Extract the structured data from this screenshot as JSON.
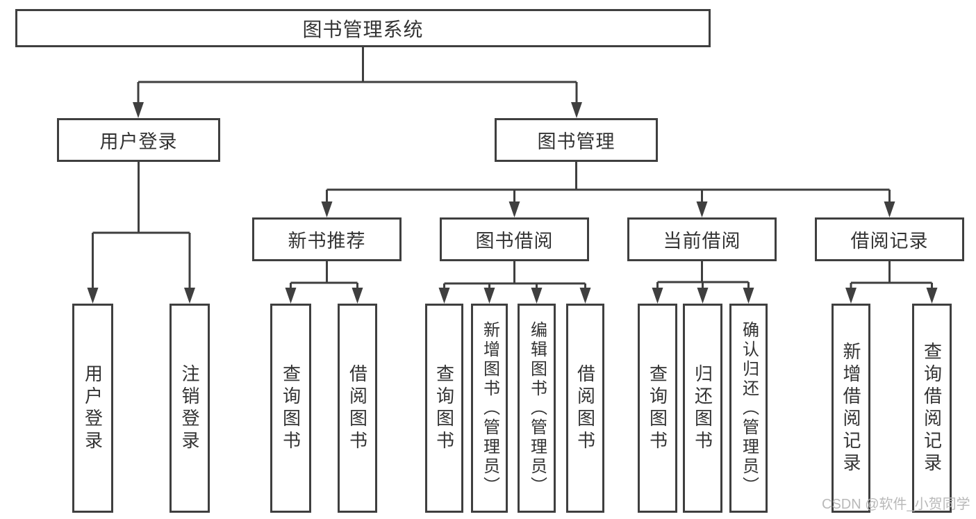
{
  "diagram": {
    "root": {
      "label": "图书管理系统",
      "children": [
        {
          "label": "用户登录",
          "children": [
            {
              "label": "用户登录"
            },
            {
              "label": "注销登录"
            }
          ]
        },
        {
          "label": "图书管理",
          "children": [
            {
              "label": "新书推荐",
              "children": [
                {
                  "label": "查询图书"
                },
                {
                  "label": "借阅图书"
                }
              ]
            },
            {
              "label": "图书借阅",
              "children": [
                {
                  "label": "查询图书"
                },
                {
                  "label": "新增图书（管理员）"
                },
                {
                  "label": "编辑图书（管理员）"
                },
                {
                  "label": "借阅图书"
                }
              ]
            },
            {
              "label": "当前借阅",
              "children": [
                {
                  "label": "查询图书"
                },
                {
                  "label": "归还图书"
                },
                {
                  "label": "确认归还（管理员）"
                }
              ]
            },
            {
              "label": "借阅记录",
              "children": [
                {
                  "label": "新增借阅记录"
                },
                {
                  "label": "查询借阅记录"
                }
              ]
            }
          ]
        }
      ]
    }
  },
  "watermark": {
    "text": "CSDN @软件_小贺同学"
  },
  "colors": {
    "line": "#3f3f3f",
    "text": "#333333",
    "watermark": "#b9b9b9",
    "background": "#ffffff"
  }
}
